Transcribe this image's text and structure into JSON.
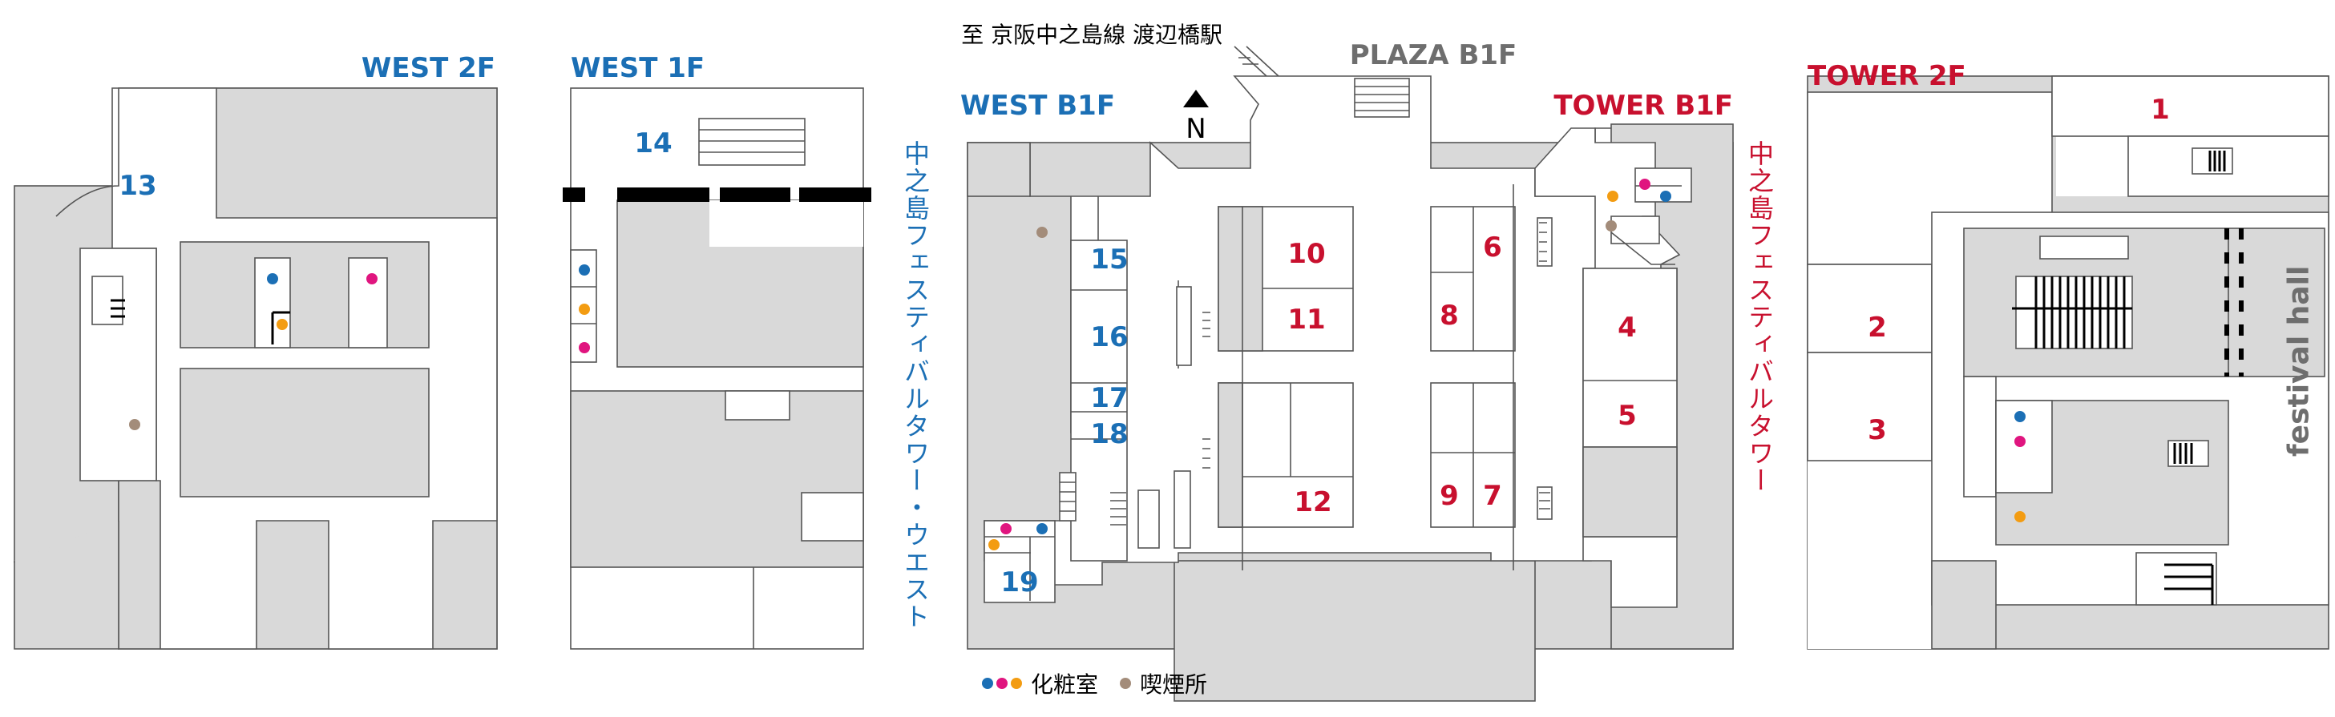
{
  "floors": {
    "west_2f": "WEST 2F",
    "west_1f": "WEST 1F",
    "west_b1f": "WEST B1F",
    "plaza_b1f": "PLAZA B1F",
    "tower_b1f": "TOWER B1F",
    "tower_2f": "TOWER 2F"
  },
  "station_note": "至 京阪中之島線 渡辺橋駅",
  "north_label": "N",
  "vertical_labels": {
    "west": "中之島フェスティバルタワー・ウエスト",
    "tower": "中之島フェスティバルタワー",
    "festival_hall": "festival hall"
  },
  "legend": {
    "restroom": "化粧室",
    "smoking": "喫煙所"
  },
  "colors": {
    "west": "#1b6fb5",
    "tower": "#c8102e",
    "restroom_male": "#1b6fb5",
    "restroom_female": "#e0157f",
    "restroom_multi": "#f39c12",
    "smoking": "#a38c7a",
    "area_fill": "#d9d9d9"
  },
  "rooms": {
    "r1": "1",
    "r2": "2",
    "r3": "3",
    "r4": "4",
    "r5": "5",
    "r6": "6",
    "r7": "7",
    "r8": "8",
    "r9": "9",
    "r10": "10",
    "r11": "11",
    "r12": "12",
    "r13": "13",
    "r14": "14",
    "r15": "15",
    "r16": "16",
    "r17": "17",
    "r18": "18",
    "r19": "19"
  }
}
